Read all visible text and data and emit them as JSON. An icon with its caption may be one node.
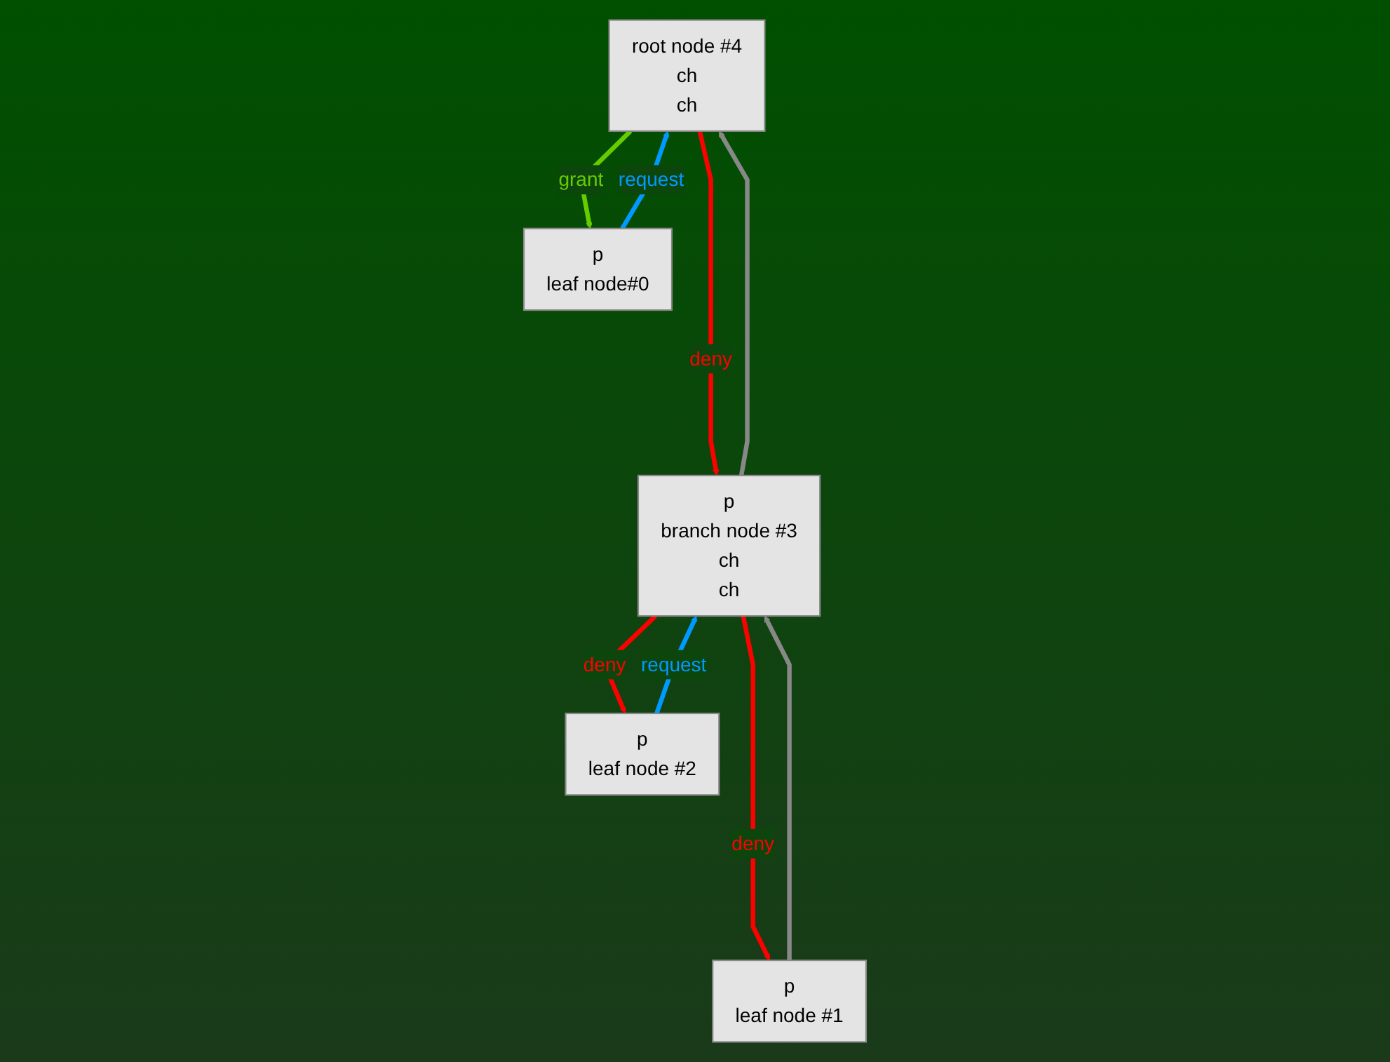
{
  "diagram": {
    "nodes": [
      {
        "text": [
          "root node #4",
          "ch",
          "ch"
        ]
      },
      {
        "text": [
          "p",
          "leaf node#0"
        ]
      },
      {
        "text": [
          "p",
          "branch node #3",
          "ch",
          "ch"
        ]
      },
      {
        "text": [
          "p",
          "leaf node #1"
        ]
      },
      {
        "text": [
          "p",
          "leaf node #2"
        ]
      }
    ],
    "edges": [
      {
        "from": 0,
        "to": 1,
        "arrow": "to",
        "label": "grant",
        "color": "#66cc00"
      },
      {
        "from": 1,
        "to": 0,
        "arrow": "to",
        "label": "request",
        "color": "#0099ff"
      },
      {
        "from": 0,
        "to": 2,
        "arrow": "to",
        "label": "deny",
        "color": "#ff0000"
      },
      {
        "from": 2,
        "to": 0,
        "arrow": "to",
        "color": "#888888"
      },
      {
        "from": 2,
        "to": 3,
        "arrow": "to",
        "label": "deny",
        "color": "#ff0000"
      },
      {
        "from": 3,
        "to": 2,
        "arrow": "to",
        "color": "#888888"
      },
      {
        "from": 2,
        "to": 4,
        "arrow": "to",
        "label": "deny",
        "color": "#ff0000"
      },
      {
        "from": 4,
        "to": 2,
        "arrow": "to",
        "label": "request",
        "color": "#0099ff"
      }
    ]
  }
}
